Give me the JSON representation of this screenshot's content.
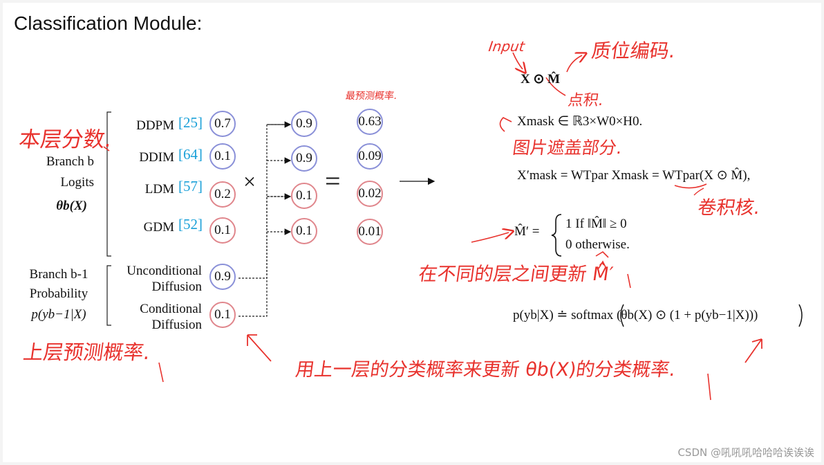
{
  "title": "Classification Module:",
  "branch_b": {
    "line1": "Branch b",
    "line2": "Logits",
    "line3": "θb(X)"
  },
  "branch_b1": {
    "line1": "Branch b-1",
    "line2": "Probability",
    "line3": "p(yb−1|X)"
  },
  "logits": [
    {
      "name": "DDPM",
      "cite": "[25]",
      "value": "0.7",
      "ring": "blue"
    },
    {
      "name": "DDIM",
      "cite": "[64]",
      "value": "0.1",
      "ring": "blue"
    },
    {
      "name": "LDM",
      "cite": "[57]",
      "value": "0.2",
      "ring": "red"
    },
    {
      "name": "GDM",
      "cite": "[52]",
      "value": "0.1",
      "ring": "red"
    }
  ],
  "probs": [
    {
      "line1": "Unconditional",
      "line2": "Diffusion",
      "value": "0.9",
      "ring": "blue"
    },
    {
      "line1": "Conditional",
      "line2": "Diffusion",
      "value": "0.1",
      "ring": "red"
    }
  ],
  "times_sign": "×",
  "equals_sign": "=",
  "expanded": [
    "0.9",
    "0.9",
    "0.1",
    "0.1"
  ],
  "results": [
    "0.63",
    "0.09",
    "0.02",
    "0.01"
  ],
  "equations": {
    "eq1": "X ⊙ M̂",
    "eq2": "Xmask ∈ ℝ3×W0×H0.",
    "eq3": "X′mask = WTpar Xmask = WTpar(X ⊙ M̂),",
    "eq4_lhs": "M̂′ =",
    "eq4_case1": "1   If ‖M̂‖ ≥ 0",
    "eq4_case2": "0   otherwise.",
    "eq5": "p(yb|X) ≐ softmax (θb(X) ⊙ (1 + p(yb−1|X)))"
  },
  "annotations": {
    "input": "Input",
    "pos_enc": "质位编码.",
    "dot_product": "点积.",
    "pred_prob": "最预测概率.",
    "layer_scores": "本层分数.",
    "masked_part": "图片遮盖部分.",
    "conv_kernel": "卷积核.",
    "update_m": "在不同的层之间更新 M̂′",
    "prev_prob": "上层预测概率.",
    "use_prev": "用上一层的分类概率来更新 θb(X)的分类概率."
  },
  "watermark": "CSDN @吼吼吼哈哈哈诶诶诶"
}
